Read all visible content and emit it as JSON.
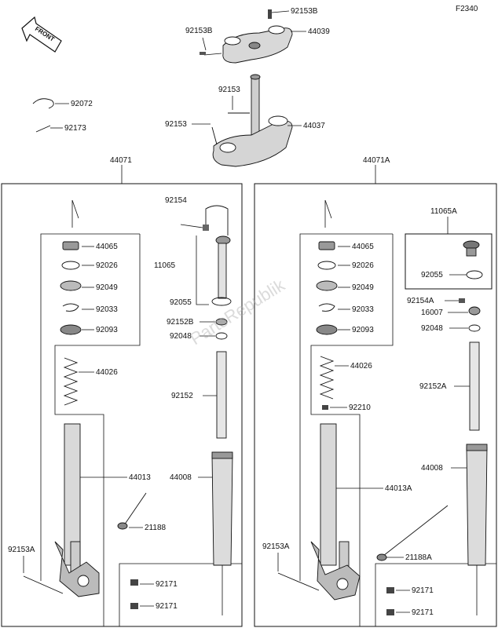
{
  "diagram_code": "F2340",
  "front_label": "FRONT",
  "watermark": "PartsRepublik",
  "top_parts": {
    "bolt_upper_a": "92153B",
    "bolt_upper_b": "92153B",
    "upper_bracket": "44039",
    "lower_bolt_a": "92153",
    "lower_bolt_b": "92153",
    "lower_bracket": "44037",
    "circlip": "92072",
    "pin": "92173"
  },
  "left_assembly": {
    "title": "44071",
    "parts": {
      "cap_a": "44065",
      "ring_a": "92026",
      "seal": "92049",
      "clip": "92033",
      "dust_seal": "92093",
      "spring": "44026",
      "inner_tube": "44013",
      "bleeder": "21188",
      "bolt": "92153A",
      "screw_a": "92171",
      "screw_b": "92171",
      "cap_bolt": "92154",
      "cartridge": "11065",
      "oring": "92055",
      "bushing": "92152B",
      "oring_b": "92048",
      "damper_rod": "92152",
      "outer_tube": "44008"
    }
  },
  "right_assembly": {
    "title": "44071A",
    "parts": {
      "cap_a": "44065",
      "ring_a": "92026",
      "seal": "92049",
      "clip": "92033",
      "dust_seal": "92093",
      "spring": "44026",
      "washer": "92210",
      "inner_tube": "44013A",
      "bleeder": "21188A",
      "bolt": "92153A",
      "screw_a": "92171",
      "screw_b": "92171",
      "cartridge": "11065A",
      "oring": "92055",
      "cap_bolt": "92154A",
      "collar": "16007",
      "oring_b": "92048",
      "damper_rod": "92152A",
      "outer_tube": "44008"
    }
  }
}
